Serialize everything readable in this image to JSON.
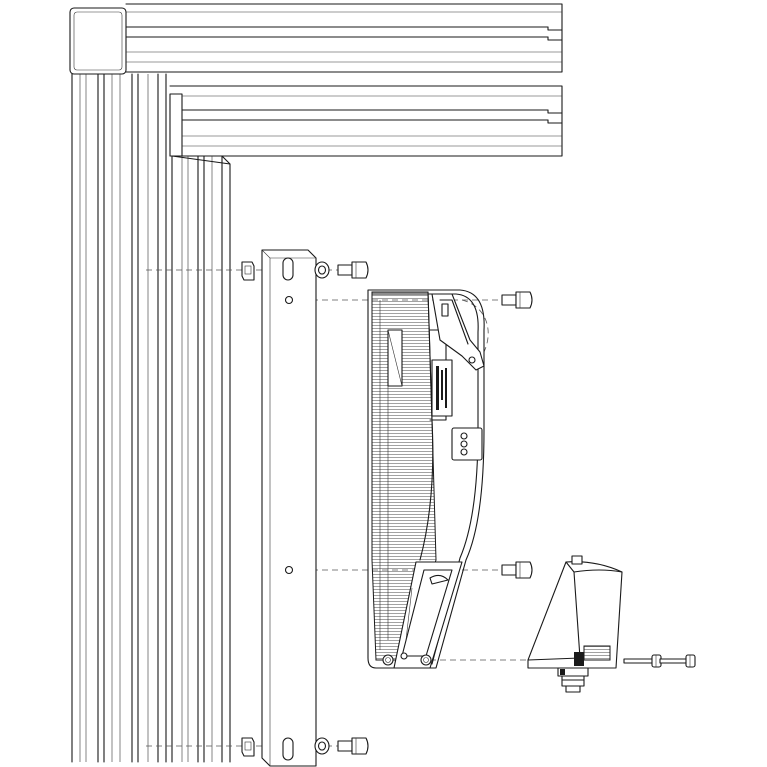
{
  "figure": {
    "kind": "exploded assembly drawing",
    "components": [
      "aluminium-profile-frame",
      "mounting-bracket",
      "slot-nut",
      "washer",
      "socket-head-screw",
      "device-housing",
      "connector-module",
      "long-screw"
    ]
  },
  "device": {
    "led_labels": [
      "",
      "",
      ""
    ]
  }
}
